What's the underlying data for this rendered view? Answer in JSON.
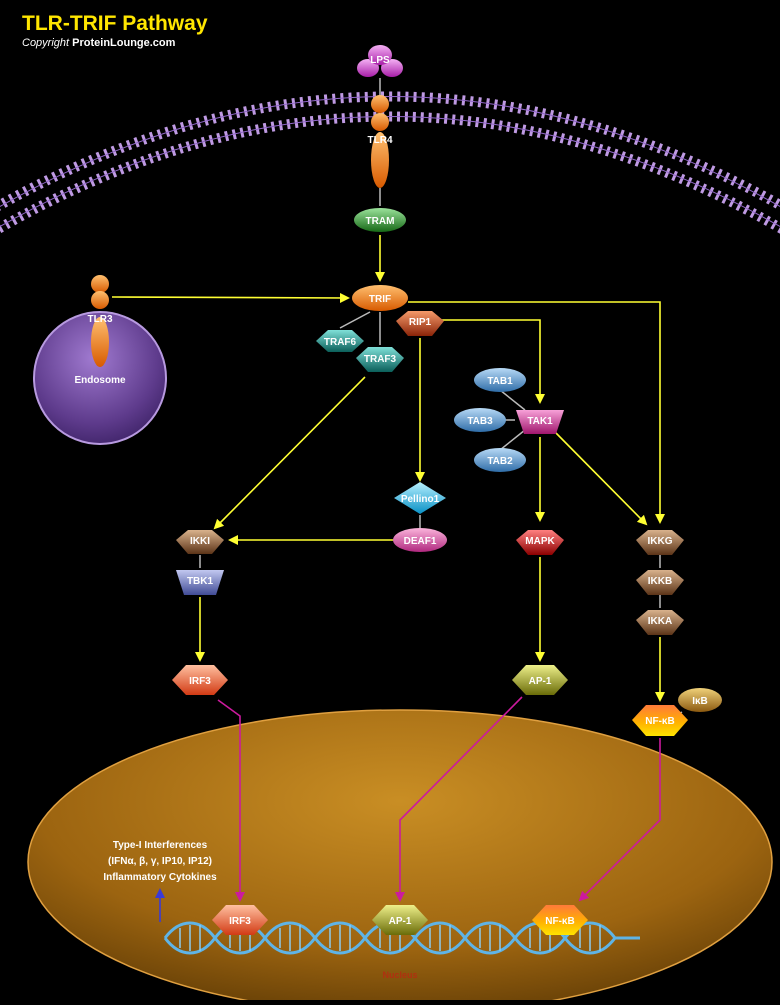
{
  "header": {
    "title": "TLR-TRIF Pathway",
    "copyright_label": "Copyright",
    "copyright_site": "ProteinLounge.com"
  },
  "nodes": {
    "lps": "LPS",
    "tlr4": "TLR4",
    "tram": "TRAM",
    "trif": "TRIF",
    "tlr3": "TLR3",
    "endosome": "Endosome",
    "traf6": "TRAF6",
    "traf3": "TRAF3",
    "rip1": "RIP1",
    "tab1": "TAB1",
    "tab3": "TAB3",
    "tak1": "TAK1",
    "tab2": "TAB2",
    "pellino1": "Pellino1",
    "deaf1": "DEAF1",
    "ikki": "IKKI",
    "tbk1": "TBK1",
    "mapk": "MAPK",
    "ikkg": "IKKG",
    "ikkb": "IKKB",
    "ikka": "IKKA",
    "irf3": "IRF3",
    "ap1": "AP-1",
    "ikb": "IκB",
    "nfkb": "NF-κB",
    "irf3_nuc": "IRF3",
    "ap1_nuc": "AP-1",
    "nfkb_nuc": "NF-κB",
    "nucleus": "Nucleus"
  },
  "outputs": {
    "line1": "Type-I Interferences",
    "line2": "(IFNα, β, γ, IP10, IP12)",
    "line3": "Inflammatory Cytokines"
  },
  "colors": {
    "title": "#ffe600",
    "activation_arrow": "#ffff33",
    "translocation_arrow": "#cc1a9e",
    "membrane": "#c9a2ef",
    "nucleus": "#b07a18",
    "dna": "#5fb4e6"
  }
}
